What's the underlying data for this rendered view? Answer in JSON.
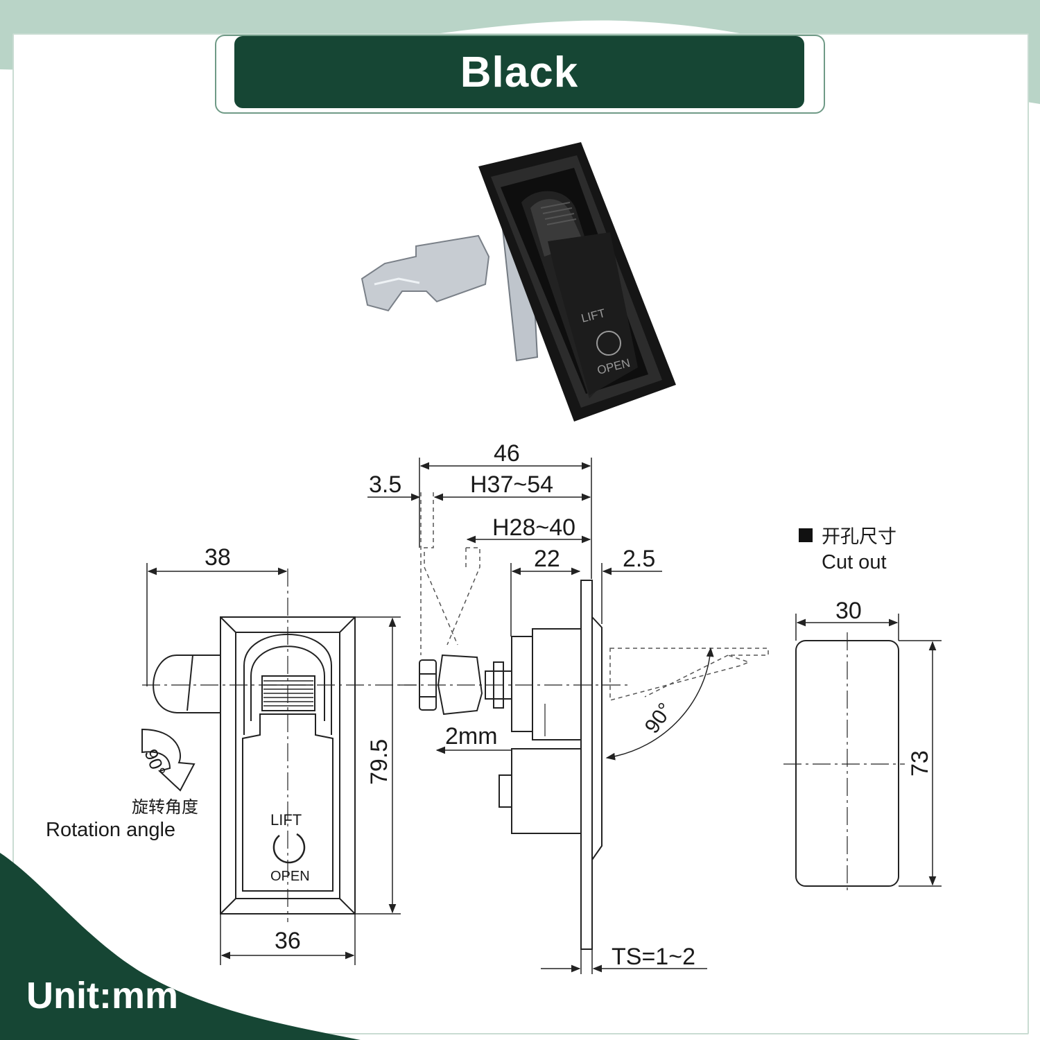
{
  "title": "Black",
  "unit_label": "Unit:mm",
  "colors": {
    "banner": "#164634",
    "accent_light": "#c9dcd2",
    "line": "#222222"
  },
  "dimensions": {
    "d46": "46",
    "d3_5": "3.5",
    "dH37_54": "H37~54",
    "dH28_40": "H28~40",
    "d22": "22",
    "d2_5": "2.5",
    "d38": "38",
    "d79_5": "79.5",
    "d36": "36",
    "d2mm": "2mm",
    "d90": "90°",
    "rot90": "90°",
    "dTS": "TS=1~2",
    "d30": "30",
    "d73": "73"
  },
  "labels": {
    "cutout_cn": "开孔尺寸",
    "cutout_en": "Cut out",
    "rotation_cn": "旋转角度",
    "rotation_en": "Rotation angle",
    "lift": "LIFT",
    "open": "OPEN",
    "photo_lift": "LIFT",
    "photo_open": "OPEN"
  }
}
